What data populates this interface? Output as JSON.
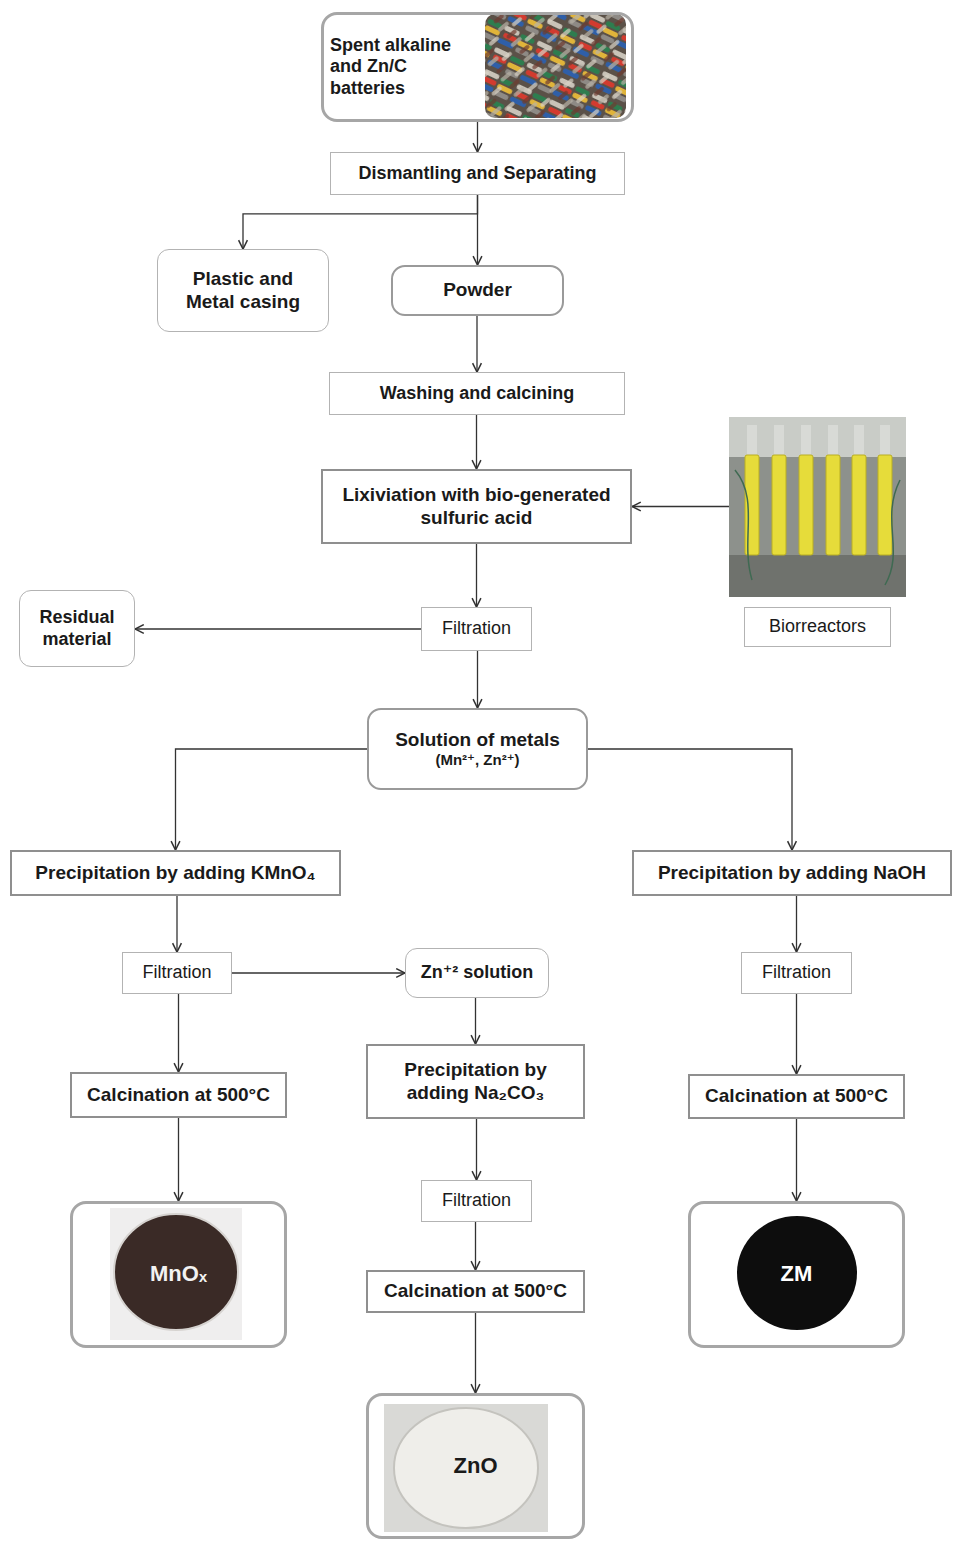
{
  "diagram": {
    "nodes": [
      {
        "text": [
          "Spent alkaline and Zn/C batteries"
        ]
      },
      {
        "text": [
          "Dismantling and Separating"
        ]
      },
      {
        "text": [
          "Plastic and Metal casing"
        ]
      },
      {
        "text": [
          "Powder"
        ]
      },
      {
        "text": [
          "Washing and calcining"
        ]
      },
      {
        "text": [
          "Lixiviation with bio-generated sulfuric acid"
        ]
      },
      {
        "text": [
          "Biorreactors"
        ]
      },
      {
        "text": [
          "Filtration"
        ]
      },
      {
        "text": [
          "Residual material"
        ]
      },
      {
        "text": [
          "Solution of metals",
          "(Mn²⁺, Zn²⁺)"
        ]
      },
      {
        "text": [
          "Precipitation by adding KMnO₄"
        ]
      },
      {
        "text": [
          "Precipitation by adding NaOH"
        ]
      },
      {
        "text": [
          "Filtration"
        ]
      },
      {
        "text": [
          "Zn⁺² solution"
        ]
      },
      {
        "text": [
          "Filtration"
        ]
      },
      {
        "text": [
          "Calcination at 500°C"
        ]
      },
      {
        "text": [
          "Precipitation by adding Na₂CO₃"
        ]
      },
      {
        "text": [
          "Calcination at 500°C"
        ]
      },
      {
        "text": [
          "MnOₓ"
        ]
      },
      {
        "text": [
          "Filtration"
        ]
      },
      {
        "text": [
          "ZM"
        ]
      },
      {
        "text": [
          "Calcination at 500°C"
        ]
      },
      {
        "text": [
          "ZnO"
        ]
      }
    ],
    "edges": [
      {
        "from": 0,
        "to": 1,
        "arrow": "to"
      },
      {
        "from": 1,
        "to": 2,
        "arrow": "to"
      },
      {
        "from": 1,
        "to": 3,
        "arrow": "to"
      },
      {
        "from": 3,
        "to": 4,
        "arrow": "to"
      },
      {
        "from": 4,
        "to": 5,
        "arrow": "to"
      },
      {
        "from": 6,
        "to": 5,
        "arrow": "to"
      },
      {
        "from": 5,
        "to": 7,
        "arrow": "to"
      },
      {
        "from": 7,
        "to": 8,
        "arrow": "to"
      },
      {
        "from": 7,
        "to": 9,
        "arrow": "to"
      },
      {
        "from": 9,
        "to": 10,
        "arrow": "to"
      },
      {
        "from": 9,
        "to": 11,
        "arrow": "to"
      },
      {
        "from": 10,
        "to": 12,
        "arrow": "to"
      },
      {
        "from": 12,
        "to": 13,
        "arrow": "to"
      },
      {
        "from": 12,
        "to": 15,
        "arrow": "to"
      },
      {
        "from": 13,
        "to": 16,
        "arrow": "to"
      },
      {
        "from": 16,
        "to": 19,
        "arrow": "to"
      },
      {
        "from": 19,
        "to": 21,
        "arrow": "to"
      },
      {
        "from": 21,
        "to": 22,
        "arrow": "to"
      },
      {
        "from": 15,
        "to": 18,
        "arrow": "to"
      },
      {
        "from": 11,
        "to": 14,
        "arrow": "to"
      },
      {
        "from": 14,
        "to": 17,
        "arrow": "to"
      },
      {
        "from": 17,
        "to": 20,
        "arrow": "to"
      }
    ]
  }
}
